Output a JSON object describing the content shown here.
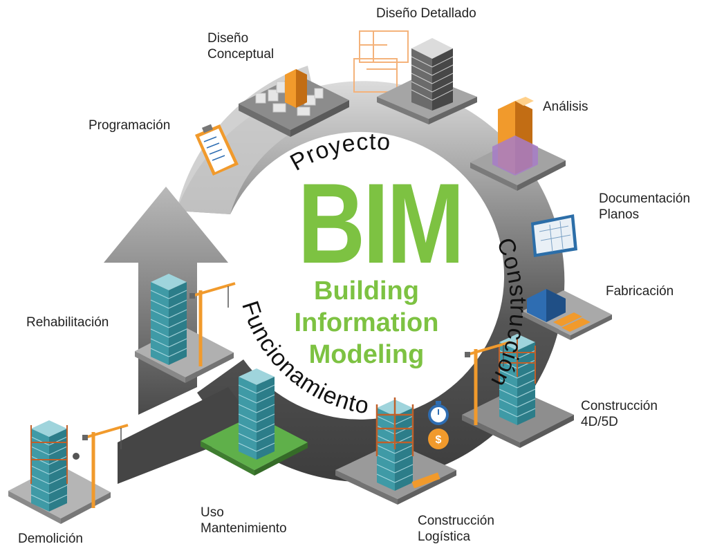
{
  "center": {
    "acronym": "BIM",
    "line1": "Building",
    "line2": "Information",
    "line3": "Modeling"
  },
  "phases": {
    "proyecto": "Proyecto",
    "construccion": "Construcción",
    "funcionamiento": "Funcionamiento"
  },
  "stages": {
    "diseno_detallado": "Diseño Detallado",
    "diseno_conceptual_1": "Diseño",
    "diseno_conceptual_2": "Conceptual",
    "programacion": "Programación",
    "analisis": "Análisis",
    "documentacion_1": "Documentación",
    "documentacion_2": "Planos",
    "fabricacion": "Fabricación",
    "construccion_4d_1": "Construcción",
    "construccion_4d_2": "4D/5D",
    "construccion_log_1": "Construcción",
    "construccion_log_2": "Logística",
    "uso_1": "Uso",
    "uso_2": "Mantenimiento",
    "demolicion": "Demolición",
    "rehabilitacion": "Rehabilitación"
  },
  "colors": {
    "accent_green": "#7dc242",
    "ring_dark": "#4d4d4d",
    "ring_light": "#cfcfcf",
    "orange": "#f19a2c",
    "teal": "#3f9aa6"
  }
}
